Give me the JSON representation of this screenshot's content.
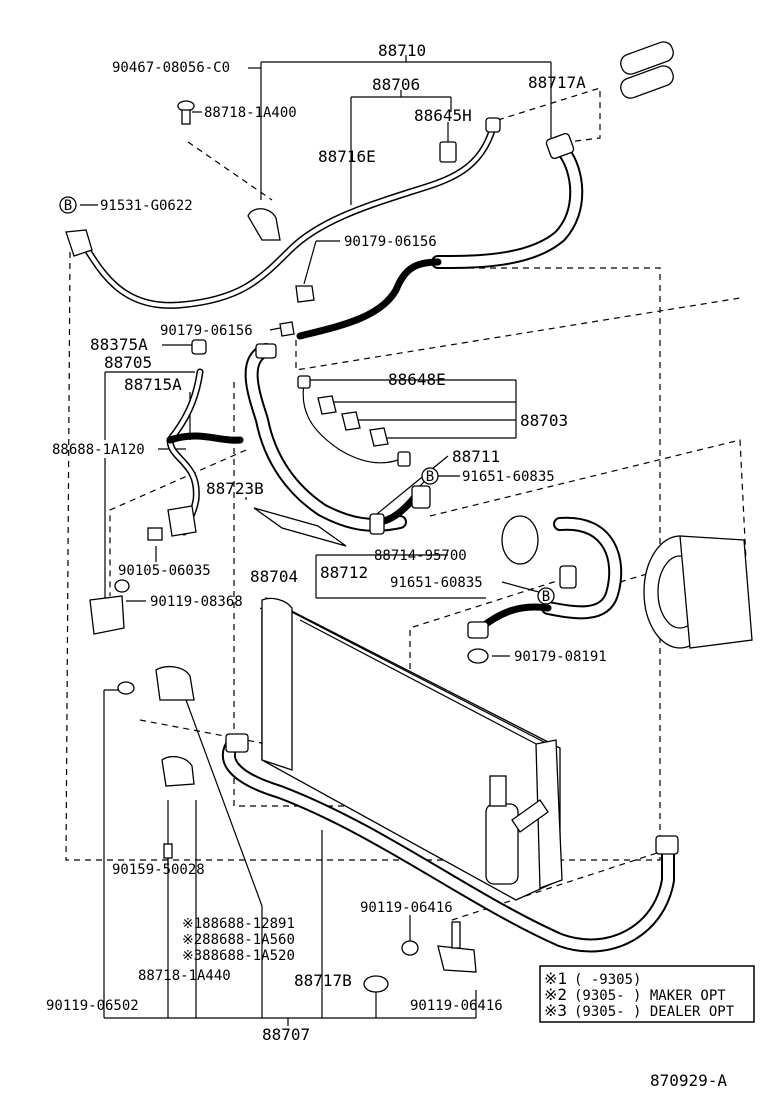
{
  "diagram_id": "870929-A",
  "part_labels": {
    "p88710": "88710",
    "p9046708056c0": "90467-08056-C0",
    "p88706": "88706",
    "p88717a": "88717A",
    "p887181a400": "88718-1A400",
    "p88645h": "88645H",
    "p88716e": "88716E",
    "b_marker": "B",
    "p91531g0622": "91531-G0622",
    "p9017906156a": "90179-06156",
    "p9017906156b": "90179-06156",
    "p88375a": "88375A",
    "p88705": "88705",
    "p88715a": "88715A",
    "p88648e": "88648E",
    "p88703": "88703",
    "p886881a120": "88688-1A120",
    "p88711": "88711",
    "p9165160835a": "91651-60835",
    "p88723b": "88723B",
    "p9010506035": "90105-06035",
    "p8871495700": "88714-95700",
    "p88704": "88704",
    "p88712": "88712",
    "p9165160835b": "91651-60835",
    "p9011908368": "90119-08368",
    "p9017908191": "90179-08191",
    "p9015950028": "90159-50028",
    "p9011906416a": "90119-06416",
    "note1_part": "※188688-12891",
    "note2_part": "※288688-1A560",
    "note3_part": "※388688-1A520",
    "p887181a440": "88718-1A440",
    "p88717b": "88717B",
    "p9011906502": "90119-06502",
    "p9011906416b": "90119-06416",
    "p88707": "88707"
  },
  "legend": {
    "row1_mark": "※1",
    "row1_text": "(      -9305)",
    "row2_mark": "※2",
    "row2_text": "(9305-      ) MAKER  OPT",
    "row3_mark": "※3",
    "row3_text": "(9305-      ) DEALER  OPT"
  }
}
